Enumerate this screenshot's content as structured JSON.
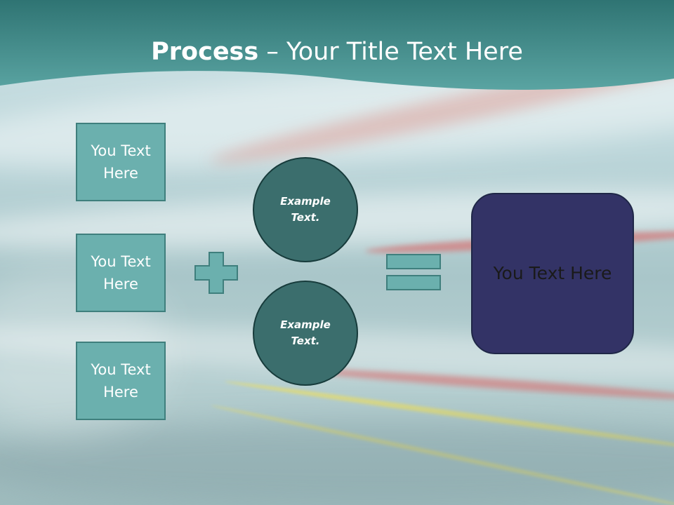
{
  "slide": {
    "title_bold": "Process",
    "title_rest": " – Your Title Text Here",
    "colors": {
      "band": "#3f8c8a",
      "box_fill": "#6bb0ae",
      "circle_fill": "#3b6e6d",
      "result_fill": "#333366"
    }
  },
  "inputs": [
    {
      "label": "You Text Here"
    },
    {
      "label": "You Text Here"
    },
    {
      "label": "You Text Here"
    }
  ],
  "operator_plus": "plus-sign",
  "circles": [
    {
      "label": "Example Text."
    },
    {
      "label": "Example Text."
    }
  ],
  "operator_equals": "equals-sign",
  "result": {
    "label": "You Text Here"
  }
}
